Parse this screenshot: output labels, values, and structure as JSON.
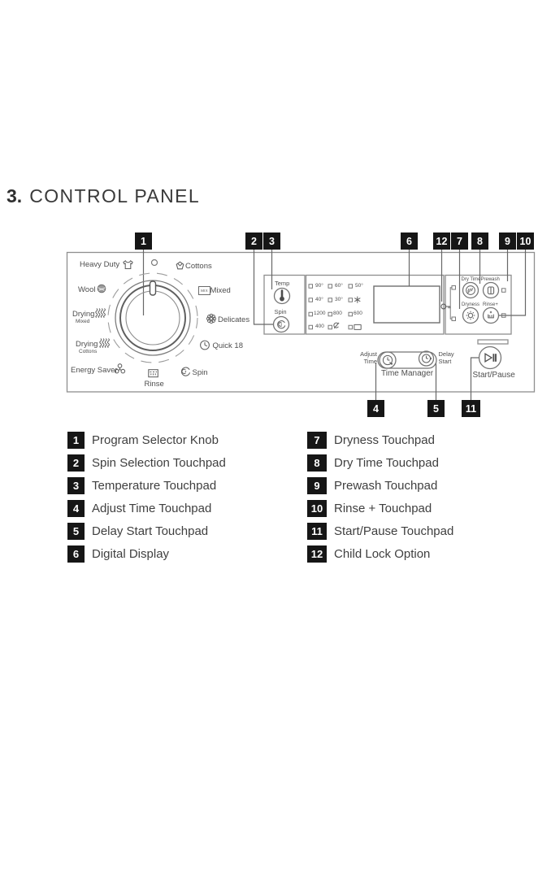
{
  "title": {
    "number": "3.",
    "text": "CONTROL PANEL"
  },
  "panel": {
    "knob": {
      "heavy_duty": "Heavy Duty",
      "cottons": "Cottons",
      "wool": "Wool",
      "mixed": "Mixed",
      "mix_badge": "MIX",
      "drying1": "Drying",
      "drying1_sub": "Mixed",
      "delicates": "Delicates",
      "drying2": "Drying",
      "drying2_sub": "Cottons",
      "quick": "Quick 18",
      "energy": "Energy Saver",
      "rinse": "Rinse",
      "spin": "Spin"
    },
    "temp_spin": {
      "temp": "Temp",
      "spin": "Spin"
    },
    "leds": {
      "r1": [
        "90°",
        "60°",
        "50°"
      ],
      "r2": [
        "40°",
        "30°"
      ],
      "r3": [
        "1200",
        "800",
        "600"
      ],
      "r4": [
        "400"
      ]
    },
    "cluster": {
      "dry_time": "Dry Time",
      "prewash": "Prewash",
      "dryness": "Dryness",
      "rinse_plus": "Rinse+"
    },
    "time_manager": {
      "adjust1": "Adjust",
      "adjust2": "Time",
      "delay1": "Delay",
      "delay2": "Start",
      "label": "Time Manager"
    },
    "start_pause": "Start/Pause"
  },
  "callouts": {
    "top": [
      "1",
      "2",
      "3",
      "6",
      "12",
      "7",
      "8",
      "9",
      "10"
    ],
    "bottom": [
      "4",
      "5",
      "11"
    ]
  },
  "legend": {
    "left": [
      {
        "num": "1",
        "label": "Program Selector Knob"
      },
      {
        "num": "2",
        "label": "Spin Selection Touchpad"
      },
      {
        "num": "3",
        "label": "Temperature Touchpad"
      },
      {
        "num": "4",
        "label": "Adjust Time Touchpad"
      },
      {
        "num": "5",
        "label": "Delay Start Touchpad"
      },
      {
        "num": "6",
        "label": "Digital Display"
      }
    ],
    "right": [
      {
        "num": "7",
        "label": "Dryness Touchpad"
      },
      {
        "num": "8",
        "label": "Dry Time Touchpad"
      },
      {
        "num": "9",
        "label": "Prewash Touchpad"
      },
      {
        "num": "10",
        "label": "Rinse + Touchpad"
      },
      {
        "num": "11",
        "label": "Start/Pause Touchpad"
      },
      {
        "num": "12",
        "label": "Child Lock Option"
      }
    ]
  },
  "icons": {
    "shirt": "heavy-duty program",
    "cotton_boll": "cottons program",
    "wool_ball": "wool program",
    "heat_waves": "drying programs",
    "flower": "delicates program",
    "clock": "quick 18 program",
    "clover": "energy saver program",
    "tub": "rinse program",
    "spiral": "spin",
    "thermometer": "temperature",
    "sun": "dryness",
    "snowflake": "cold wash",
    "no_spin": "no spin",
    "rinse_hold": "rinse hold",
    "child_lock": "child lock",
    "play_pause": "start/pause"
  },
  "colors": {
    "callout_bg": "#161616",
    "panel_line": "#8f8f8f",
    "icon_line": "#5f5f5f",
    "text_dark": "#3a3a3a",
    "text_panel": "#4e4e4e"
  }
}
